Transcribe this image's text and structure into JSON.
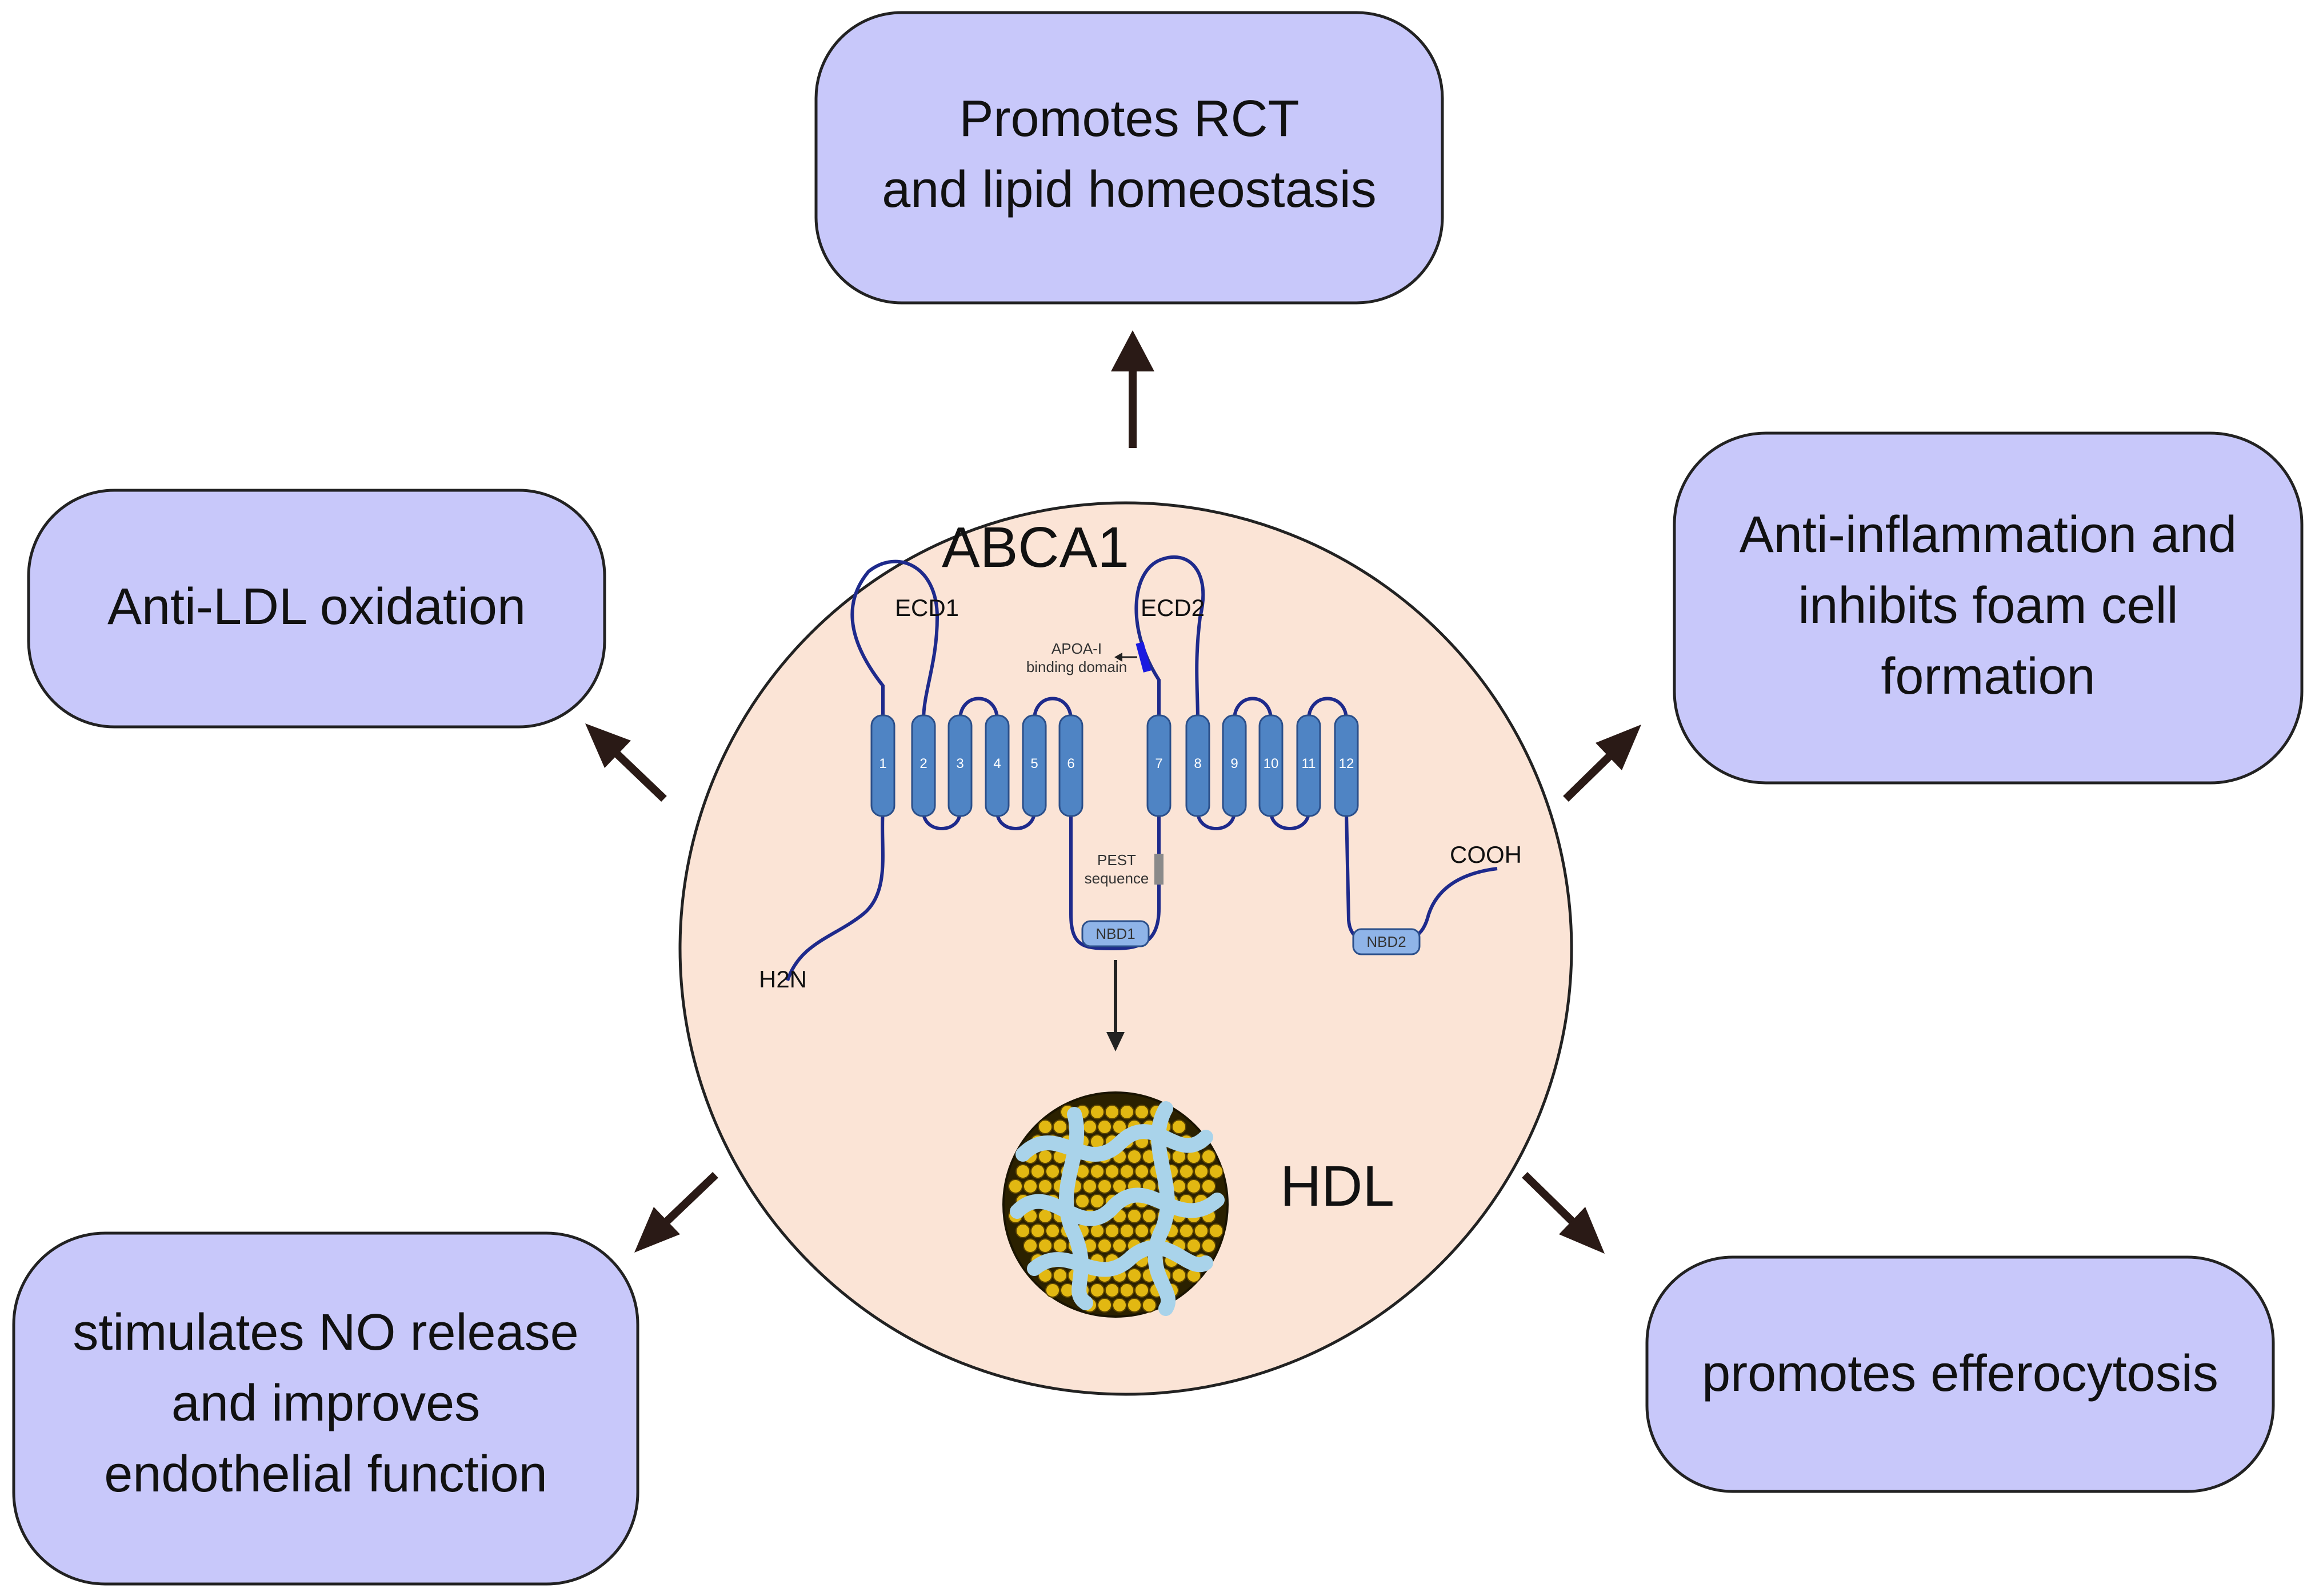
{
  "boxes": {
    "top": [
      "Promotes RCT",
      "and lipid homeostasis"
    ],
    "left": [
      "Anti-LDL oxidation"
    ],
    "right": [
      "Anti-inflammation and",
      "inhibits foam cell",
      "formation"
    ],
    "bottom_left": [
      "stimulates NO release",
      "and improves",
      "endothelial function"
    ],
    "bottom_right": [
      "promotes efferocytosis"
    ]
  },
  "center": {
    "title": "ABCA1",
    "ecd1": "ECD1",
    "ecd2": "ECD2",
    "apoa_label_1": "APOA-I",
    "apoa_label_2": "binding domain",
    "pest_label_1": "PEST",
    "pest_label_2": "sequence",
    "nbd1": "NBD1",
    "nbd2": "NBD2",
    "n_term": "H2N",
    "c_term": "COOH",
    "hdl": "HDL",
    "helices": [
      "1",
      "2",
      "3",
      "4",
      "5",
      "6",
      "7",
      "8",
      "9",
      "10",
      "11",
      "12"
    ]
  },
  "colors": {
    "box_fill": "#c8c8fa",
    "circle_fill": "#fbe4d6",
    "helix_fill": "#4f84c4",
    "chain": "#1e2a8c",
    "apoa_mark": "#1a1ae0",
    "pest_mark": "#8a8a8a",
    "hdl_core": "#e2b812",
    "hdl_protein": "#a9d3ea",
    "arrow": "#2a1a16"
  }
}
